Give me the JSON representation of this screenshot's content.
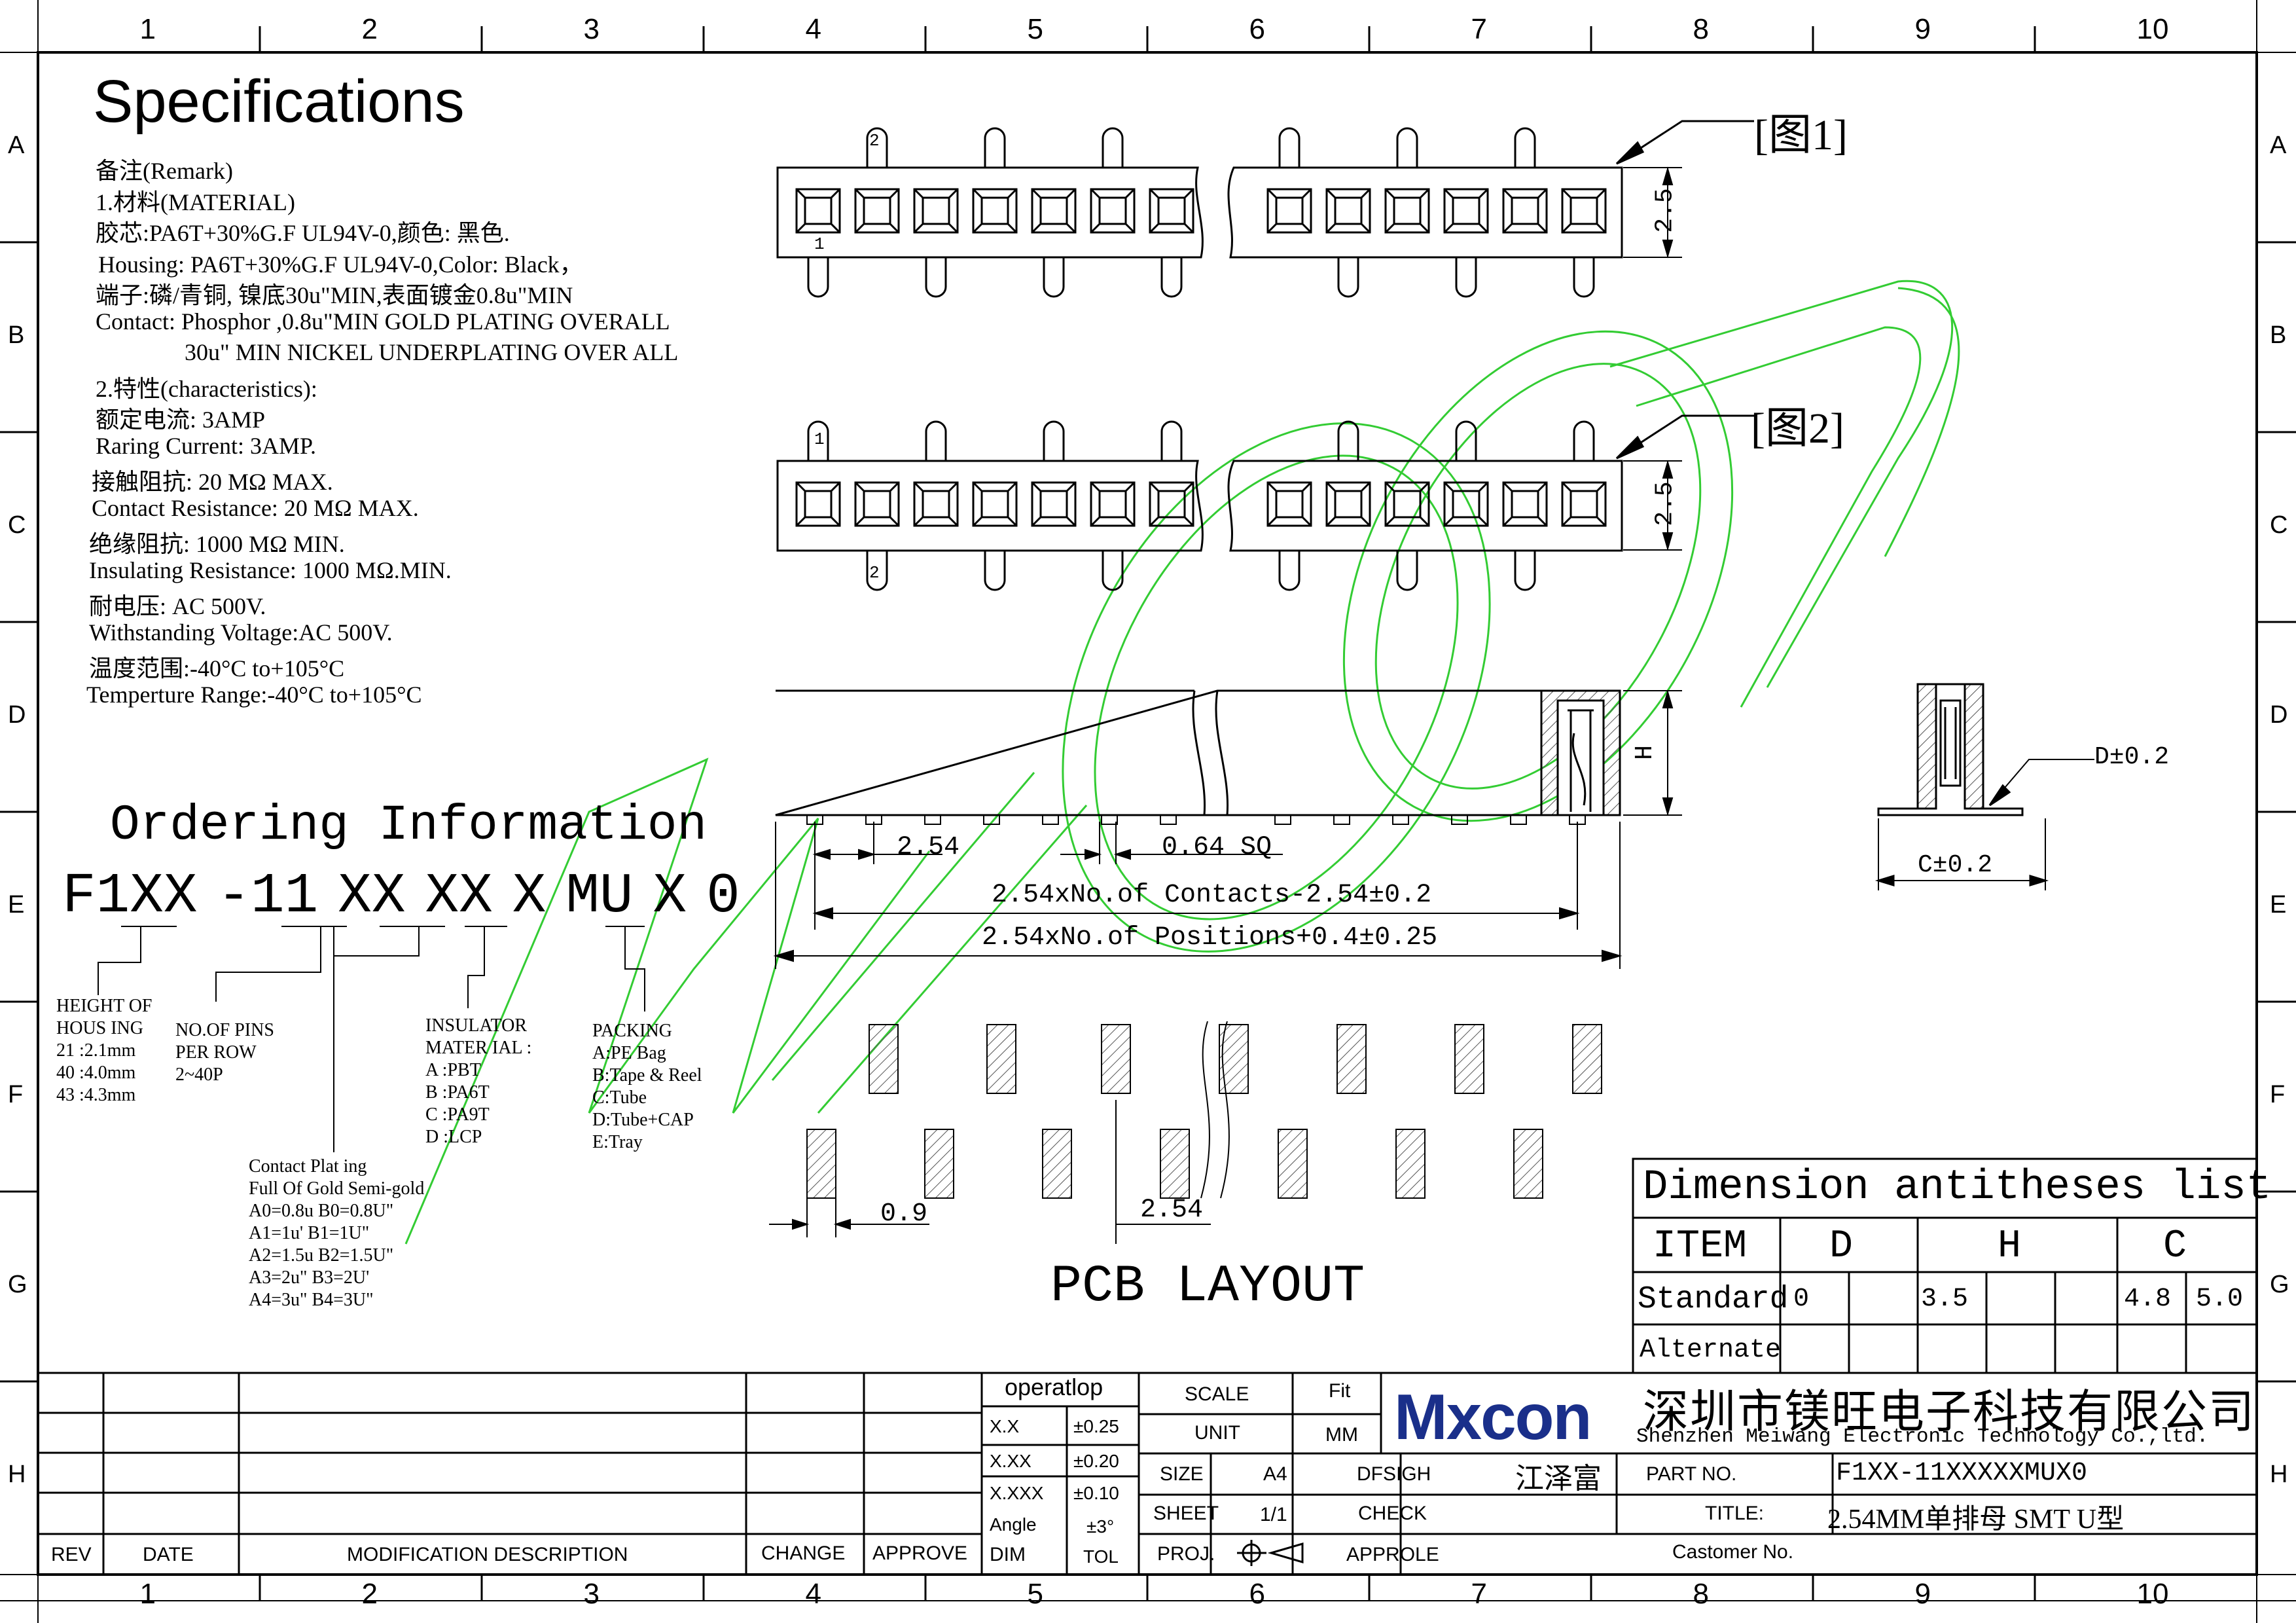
{
  "border": {
    "columns": [
      "1",
      "2",
      "3",
      "4",
      "5",
      "6",
      "7",
      "8",
      "9",
      "10"
    ],
    "rows": [
      "A",
      "B",
      "C",
      "D",
      "E",
      "F",
      "G",
      "H"
    ]
  },
  "specifications": {
    "title": "Specifications",
    "lines": [
      "备注(Remark)",
      "1.材料(MATERIAL)",
      "胶芯:PA6T+30%G.F UL94V-0,颜色: 黑色.",
      "Housing: PA6T+30%G.F UL94V-0,Color: Black，",
      "端子:磷/青铜, 镍底30u\"MIN,表面镀金0.8u\"MIN",
      "Contact: Phosphor  ,0.8u\"MIN GOLD PLATING OVERALL",
      "30u\" MIN NICKEL UNDERPLATING OVER ALL",
      "2.特性(characteristics):",
      "额定电流: 3AMP",
      "Raring Current: 3AMP.",
      "接触阻抗: 20 MΩ MAX.",
      "Contact Resistance: 20 MΩ MAX.",
      "绝缘阻抗: 1000 MΩ MIN.",
      "Insulating Resistance: 1000 MΩ.MIN.",
      "耐电压: AC 500V.",
      "Withstanding Voltage:AC 500V.",
      "温度范围:-40°C to+105°C",
      "Temperture Range:-40°C to+105°C"
    ]
  },
  "ordering": {
    "title": "Ordering  Information",
    "code_parts": [
      "F1",
      "XX",
      "-11",
      "XX",
      "XX",
      "X",
      "MU",
      "X",
      "0"
    ],
    "height_label": [
      "HEIGHT OF",
      "HOUS ING",
      "21 :2.1mm",
      "40 :4.0mm",
      "43 :4.3mm"
    ],
    "pins_label": [
      "NO.OF PINS",
      "PER ROW",
      "2~40P"
    ],
    "insulator_label": [
      "INSULATOR",
      "MATER IAL :",
      "A :PBT",
      "B :PA6T",
      "C :PA9T",
      "D :LCP"
    ],
    "packing_label": [
      "PACKING",
      "A:PE Bag",
      "B:Tape & Reel",
      "C:Tube",
      "D:Tube+CAP",
      "E:Tray"
    ],
    "plating_label": [
      "Contact Plat ing",
      "Full Of Gold Semi-gold",
      "A0=0.8u B0=0.8U\"",
      "A1=1u' B1=1U\"",
      "A2=1.5u B2=1.5U\"",
      "A3=2u\" B3=2U'",
      "A4=3u\" B4=3U\""
    ]
  },
  "drawing": {
    "fig1_label": "[图1]",
    "fig2_label": "[图2]",
    "dim_25a": "2.5",
    "dim_25b": "2.5",
    "dim_h": "H",
    "pin1a": "1",
    "pin2a": "2",
    "pin1b": "1",
    "pin2b": "2",
    "dim_254": "2.54",
    "dim_064": "0.64  SQ",
    "dim_contacts": "2.54xNo.of Contacts-2.54±0.2",
    "dim_positions": "2.54xNo.of Positions+0.4±0.25",
    "dim_d": "D±0.2",
    "dim_c": "C±0.2",
    "dim_09": "0.9",
    "dim_254b": "2.54",
    "pcb_title": "PCB LAYOUT",
    "watermark": "Mxcon"
  },
  "dimension_table": {
    "title": "Dimension  antitheses list",
    "headers": [
      "ITEM",
      "D",
      "H",
      "C"
    ],
    "standard_label": "Standard",
    "standard_values": [
      "0",
      "3.5",
      "4.8",
      "5.0"
    ],
    "alternate_label": "Alternate"
  },
  "title_block": {
    "rev": "REV",
    "date": "DATE",
    "modification": "MODIFICATION DESCRIPTION",
    "change": "CHANGE",
    "approve": "APPROVE",
    "operatlop": "operatlop",
    "tol_rows": [
      [
        "X.X",
        "±0.25"
      ],
      [
        "X.XX",
        "±0.20"
      ],
      [
        "X.XXX",
        "±0.10"
      ],
      [
        "Angle",
        "±3°"
      ]
    ],
    "dim": "DIM",
    "tol": "TOL",
    "scale": "SCALE",
    "fit": "Fit",
    "unit": "UNIT",
    "mm": "MM",
    "size": "SIZE",
    "a4": "A4",
    "dfsigh": "DFSIGH",
    "designer": "江泽富",
    "sheet": "SHEET",
    "sheet_val": "1/1",
    "check": "CHECK",
    "proj": "PROJ.",
    "approle": "APPROLE",
    "logo": "Mxcon",
    "company_cn": "深圳市镁旺电子科技有限公司",
    "company_en": "Shenzhen Meiwang Electronic Technology Co.,ltd.",
    "part_no_label": "PART NO.",
    "part_no": "F1XX-11XXXXXMUX0",
    "title_label": "TITLE:",
    "title_value": "2.54MM单排母  SMT U型",
    "customer_label": "Castomer No."
  },
  "colors": {
    "line": "#000000",
    "watermark": "#33cc33",
    "logo_blue": "#1a2f8a",
    "hatch": "#555555"
  }
}
